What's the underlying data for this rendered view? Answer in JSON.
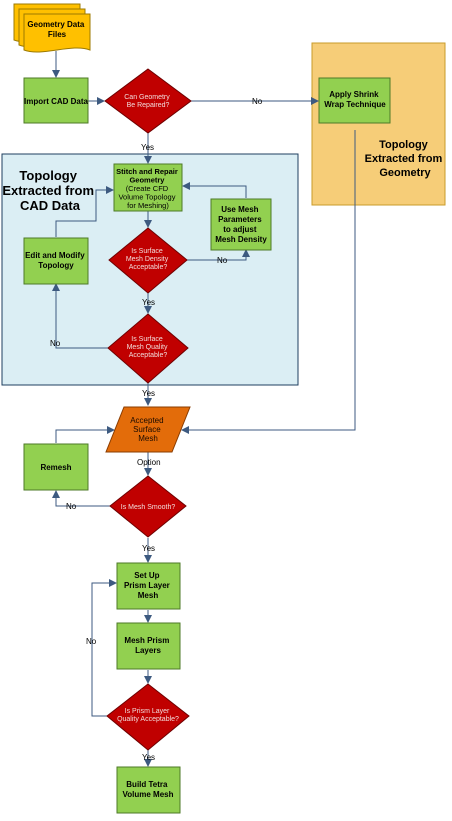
{
  "input": {
    "lines": [
      "Geometry Data",
      "Files"
    ]
  },
  "steps": {
    "import_cad": [
      "Import CAD Data"
    ],
    "shrink_wrap": [
      "Apply Shrink",
      "Wrap Technique"
    ],
    "stitch_repair": [
      "Stitch and Repair",
      "Geometry",
      "(Create CFD",
      "Volume Topology",
      "for Meshing)"
    ],
    "use_mesh_params": [
      "Use Mesh",
      "Parameters",
      "to adjust",
      "Mesh Density"
    ],
    "edit_modify": [
      "Edit and Modify",
      "Topology"
    ],
    "accepted_surface": [
      "Accepted",
      "Surface",
      "Mesh"
    ],
    "remesh": [
      "Remesh"
    ],
    "setup_prism": [
      "Set Up",
      "Prism Layer",
      "Mesh"
    ],
    "mesh_prism": [
      "Mesh Prism",
      "Layers"
    ],
    "build_tetra": [
      "Build Tetra",
      "Volume Mesh"
    ]
  },
  "decisions": {
    "can_repair": [
      "Can Geometry",
      "Be Repaired?"
    ],
    "density_ok": [
      "Is Surface",
      "Mesh Density",
      "Acceptable?"
    ],
    "quality_ok": [
      "Is Surface",
      "Mesh Quality",
      "Acceptable?"
    ],
    "smooth": [
      "Is Mesh Smooth?"
    ],
    "prism_ok": [
      "Is Prism Layer",
      "Quality Acceptable?"
    ]
  },
  "regions": {
    "cad_topology": [
      "Topology",
      "Extracted from",
      "CAD Data"
    ],
    "geometry_topology": [
      "Topology",
      "Extracted from",
      "Geometry"
    ]
  },
  "edge_labels": {
    "no_repair": "No",
    "yes_repair": "Yes",
    "no_density": "No",
    "yes_density": "Yes",
    "no_quality": "No",
    "yes_quality": "Yes",
    "option": "Option",
    "no_smooth": "No",
    "yes_smooth": "Yes",
    "no_prism": "No",
    "yes_prism": "Yes"
  },
  "colors": {
    "process_fill": "#92d050",
    "process_border": "#4e7a27",
    "decision_fill": "#c00000",
    "decision_text": "#f2dcdb",
    "document_fill": "#ffc000",
    "document_border": "#9c7a00",
    "accepted_fill": "#e36c0a",
    "cad_region_fill": "#dbeef4",
    "geometry_region_fill": "#f6cd78",
    "geometry_region_border": "#c89b2a",
    "arrow": "#3d5a80",
    "text": "#000000"
  }
}
